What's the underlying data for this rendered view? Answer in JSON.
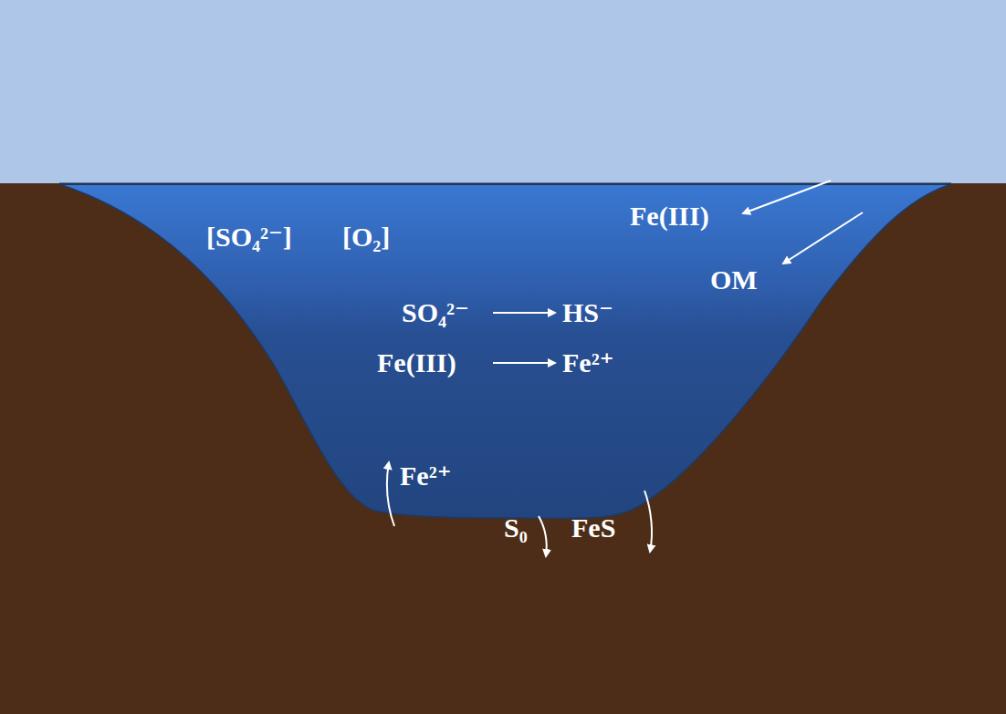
{
  "diagram": {
    "labels": [
      "[SO₄²⁻]",
      "[O₂]",
      "Fe(III)",
      "OM",
      "SO₄²⁻",
      "HS⁻",
      "Fe(III)",
      "Fe²⁺",
      "Fe²⁺",
      "S₀",
      "FeS"
    ]
  }
}
